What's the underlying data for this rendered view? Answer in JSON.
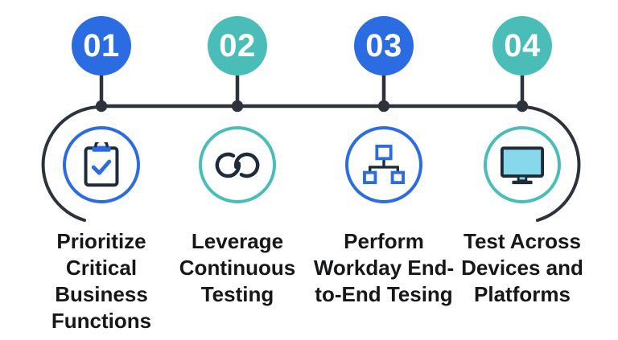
{
  "colors": {
    "blue": "#2b6ce3",
    "teal": "#4bbdb9",
    "line": "#2c333d",
    "icon_navy": "#1e2b3a",
    "screen_fill": "#87d8ea",
    "text": "#15171a",
    "background": "#ffffff"
  },
  "steps": [
    {
      "number": "01",
      "accent": "blue",
      "icon": "clipboard-check-icon",
      "label": "Prioritize Critical Business Functions"
    },
    {
      "number": "02",
      "accent": "teal",
      "icon": "infinity-icon",
      "label": "Leverage Continuous Testing"
    },
    {
      "number": "03",
      "accent": "blue",
      "icon": "sitemap-icon",
      "label": "Perform Workday End-to-End Tesing"
    },
    {
      "number": "04",
      "accent": "teal",
      "icon": "monitor-icon",
      "label": "Test Across Devices and Platforms"
    }
  ]
}
